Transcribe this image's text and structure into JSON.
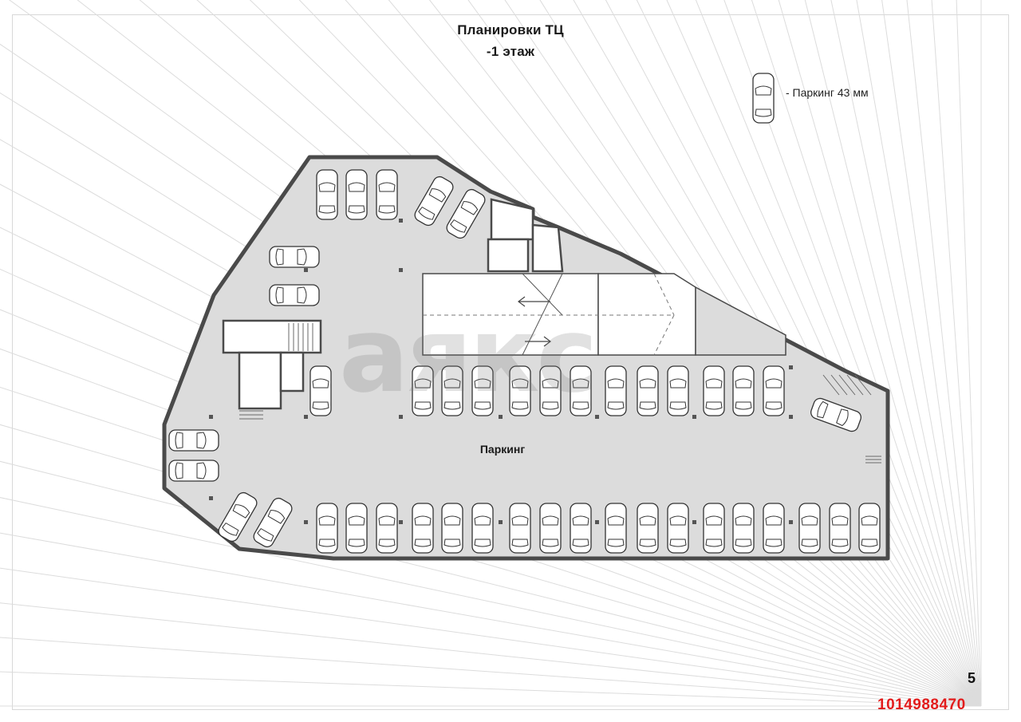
{
  "title_line1": "Планировки ТЦ",
  "title_line2": "-1 этаж",
  "legend_text": "- Паркинг 43 мм",
  "plan_label": "Паркинг",
  "page_number": "5",
  "listing_id": "1014988470",
  "watermark": "аякс",
  "colors": {
    "floor": "#dcdcdc",
    "wall": "#4a4a4a",
    "rays": "#dcdcdc",
    "listing_id": "#e21c1c"
  },
  "icons": [
    "car-icon",
    "stair-icon",
    "door-swing-icon",
    "ramp-arrow-icon"
  ],
  "parking_spots_count": 43
}
